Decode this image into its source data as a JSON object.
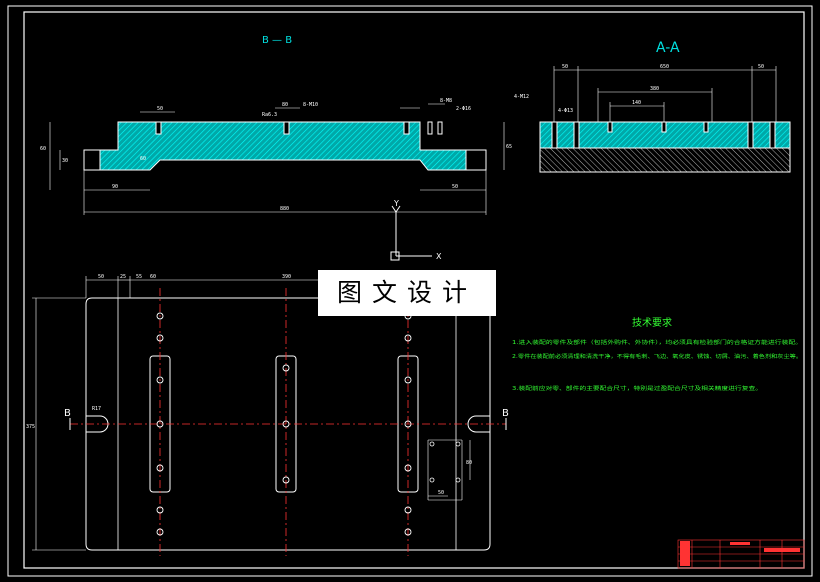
{
  "views": {
    "section_bb_title": "B — B",
    "section_aa_title": "A-A"
  },
  "section_bb_dims": {
    "top_offset": "50",
    "mid_offset": "80",
    "thread_left": "8-M10",
    "thread_right": "8-M8",
    "pin": "2-Φ16",
    "roughness": "Ra6.3",
    "height_left": "60",
    "height_small": "30",
    "step_left": "60",
    "base_left": "90",
    "base_right": "50",
    "total_width": "880",
    "height_right": "65"
  },
  "section_aa_dims": {
    "left_end": "50",
    "right_end": "50",
    "overall": "650",
    "mid": "380",
    "inner": "140",
    "hole_left": "4-M12",
    "hole_note": "4-Φ13"
  },
  "plan_dims": {
    "left_a": "50",
    "left_b": "25",
    "left_c": "55",
    "left_d": "60",
    "center": "390",
    "height": "375",
    "notch": "R17",
    "pattern_h": "50",
    "pattern_v": "80"
  },
  "section_marks": {
    "left": "B",
    "right": "B"
  },
  "axes": {
    "y": "Y",
    "x": "X"
  },
  "watermark": "图文设计",
  "tech_req": {
    "title": "技术要求",
    "items": [
      "1.进入装配的零件及部件（包括外购件、外协件），均必须具有检验部门的合格证方能进行装配。",
      "2.零件在装配前必须清理和清洗干净，不得有毛刺、飞边、氧化皮、锈蚀、切屑、油污、着色剂和灰尘等。",
      "3.装配前应对零、部件的主要配合尺寸，特别是过盈配合尺寸及相关精度进行复查。"
    ]
  },
  "colors": {
    "background": "#000000",
    "line": "#ffffff",
    "hatch": "#00c8c8",
    "center_line": "#ff3333",
    "dimension": "#ffffff",
    "notes": "#33ff33",
    "title_block": "#ff3333"
  }
}
